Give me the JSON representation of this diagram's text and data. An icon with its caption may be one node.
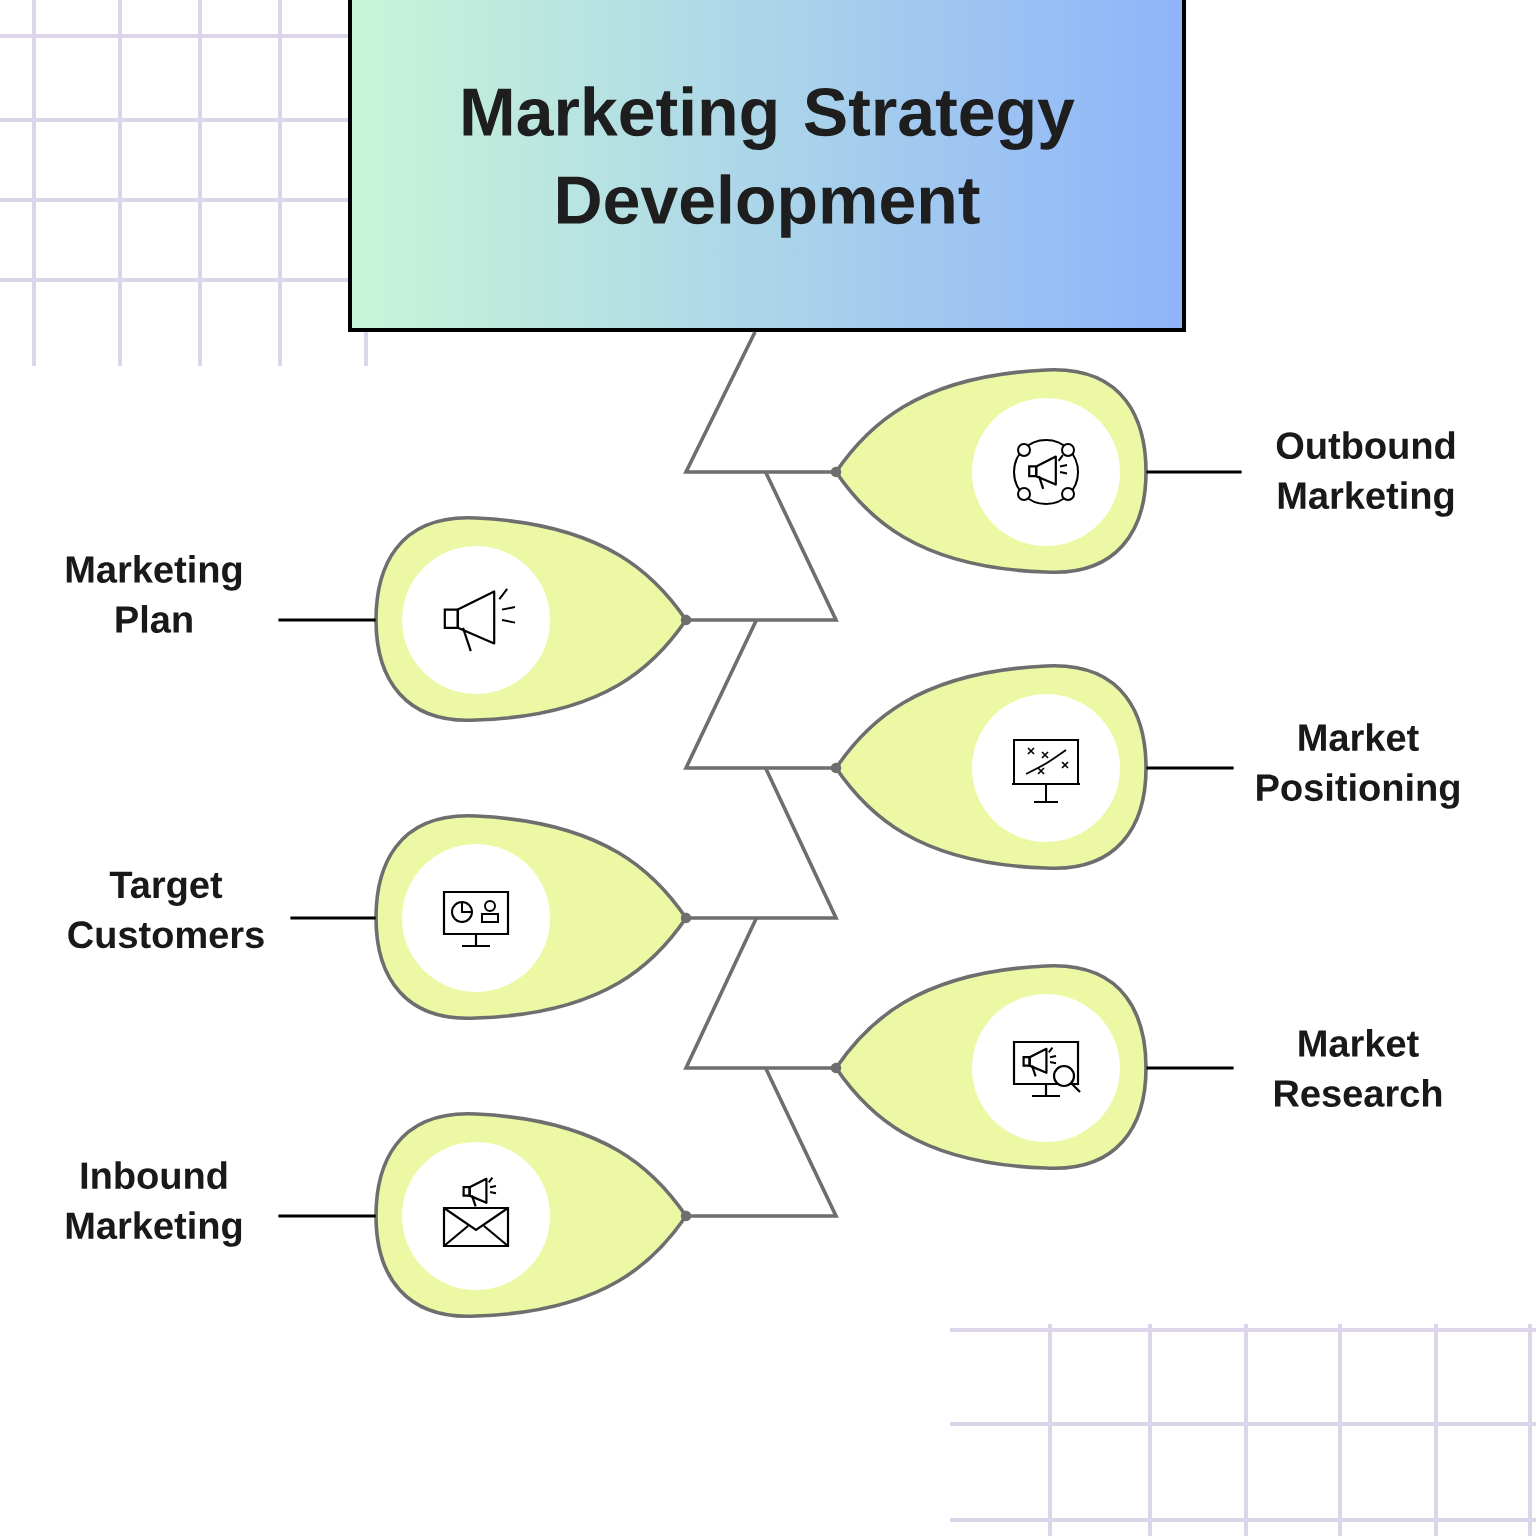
{
  "diagram": {
    "nodes": [
      {
        "text": [
          "Marketing Strategy Development"
        ]
      },
      {
        "text": [
          "Outbound Marketing"
        ]
      },
      {
        "text": [],
        "shape": "teardrop"
      },
      {
        "text": [
          "Marketing Plan"
        ]
      },
      {
        "text": [],
        "shape": "teardrop"
      },
      {
        "text": [
          "Market Positioning"
        ]
      },
      {
        "text": [],
        "shape": "teardrop"
      },
      {
        "text": [
          "Target Customers"
        ]
      },
      {
        "text": [],
        "shape": "teardrop"
      },
      {
        "text": [
          "Market Research"
        ]
      },
      {
        "text": [],
        "shape": "teardrop"
      },
      {
        "text": [
          "Inbound Marketing"
        ]
      },
      {
        "text": [],
        "shape": "teardrop"
      }
    ],
    "edges": [
      {
        "from": 0,
        "to": 2,
        "arrow": "none"
      },
      {
        "from": 2,
        "to": 4,
        "arrow": "none"
      },
      {
        "from": 4,
        "to": 6,
        "arrow": "none"
      },
      {
        "from": 6,
        "to": 8,
        "arrow": "none"
      },
      {
        "from": 8,
        "to": 10,
        "arrow": "none"
      },
      {
        "from": 10,
        "to": 12,
        "arrow": "none"
      },
      {
        "from": 1,
        "to": 2,
        "arrow": "none",
        "color": "#000000"
      },
      {
        "from": 3,
        "to": 4,
        "arrow": "none",
        "color": "#000000"
      },
      {
        "from": 5,
        "to": 6,
        "arrow": "none",
        "color": "#000000"
      },
      {
        "from": 7,
        "to": 8,
        "arrow": "none",
        "color": "#000000"
      },
      {
        "from": 9,
        "to": 10,
        "arrow": "none",
        "color": "#000000"
      },
      {
        "from": 11,
        "to": 12,
        "arrow": "none",
        "color": "#000000"
      }
    ]
  }
}
